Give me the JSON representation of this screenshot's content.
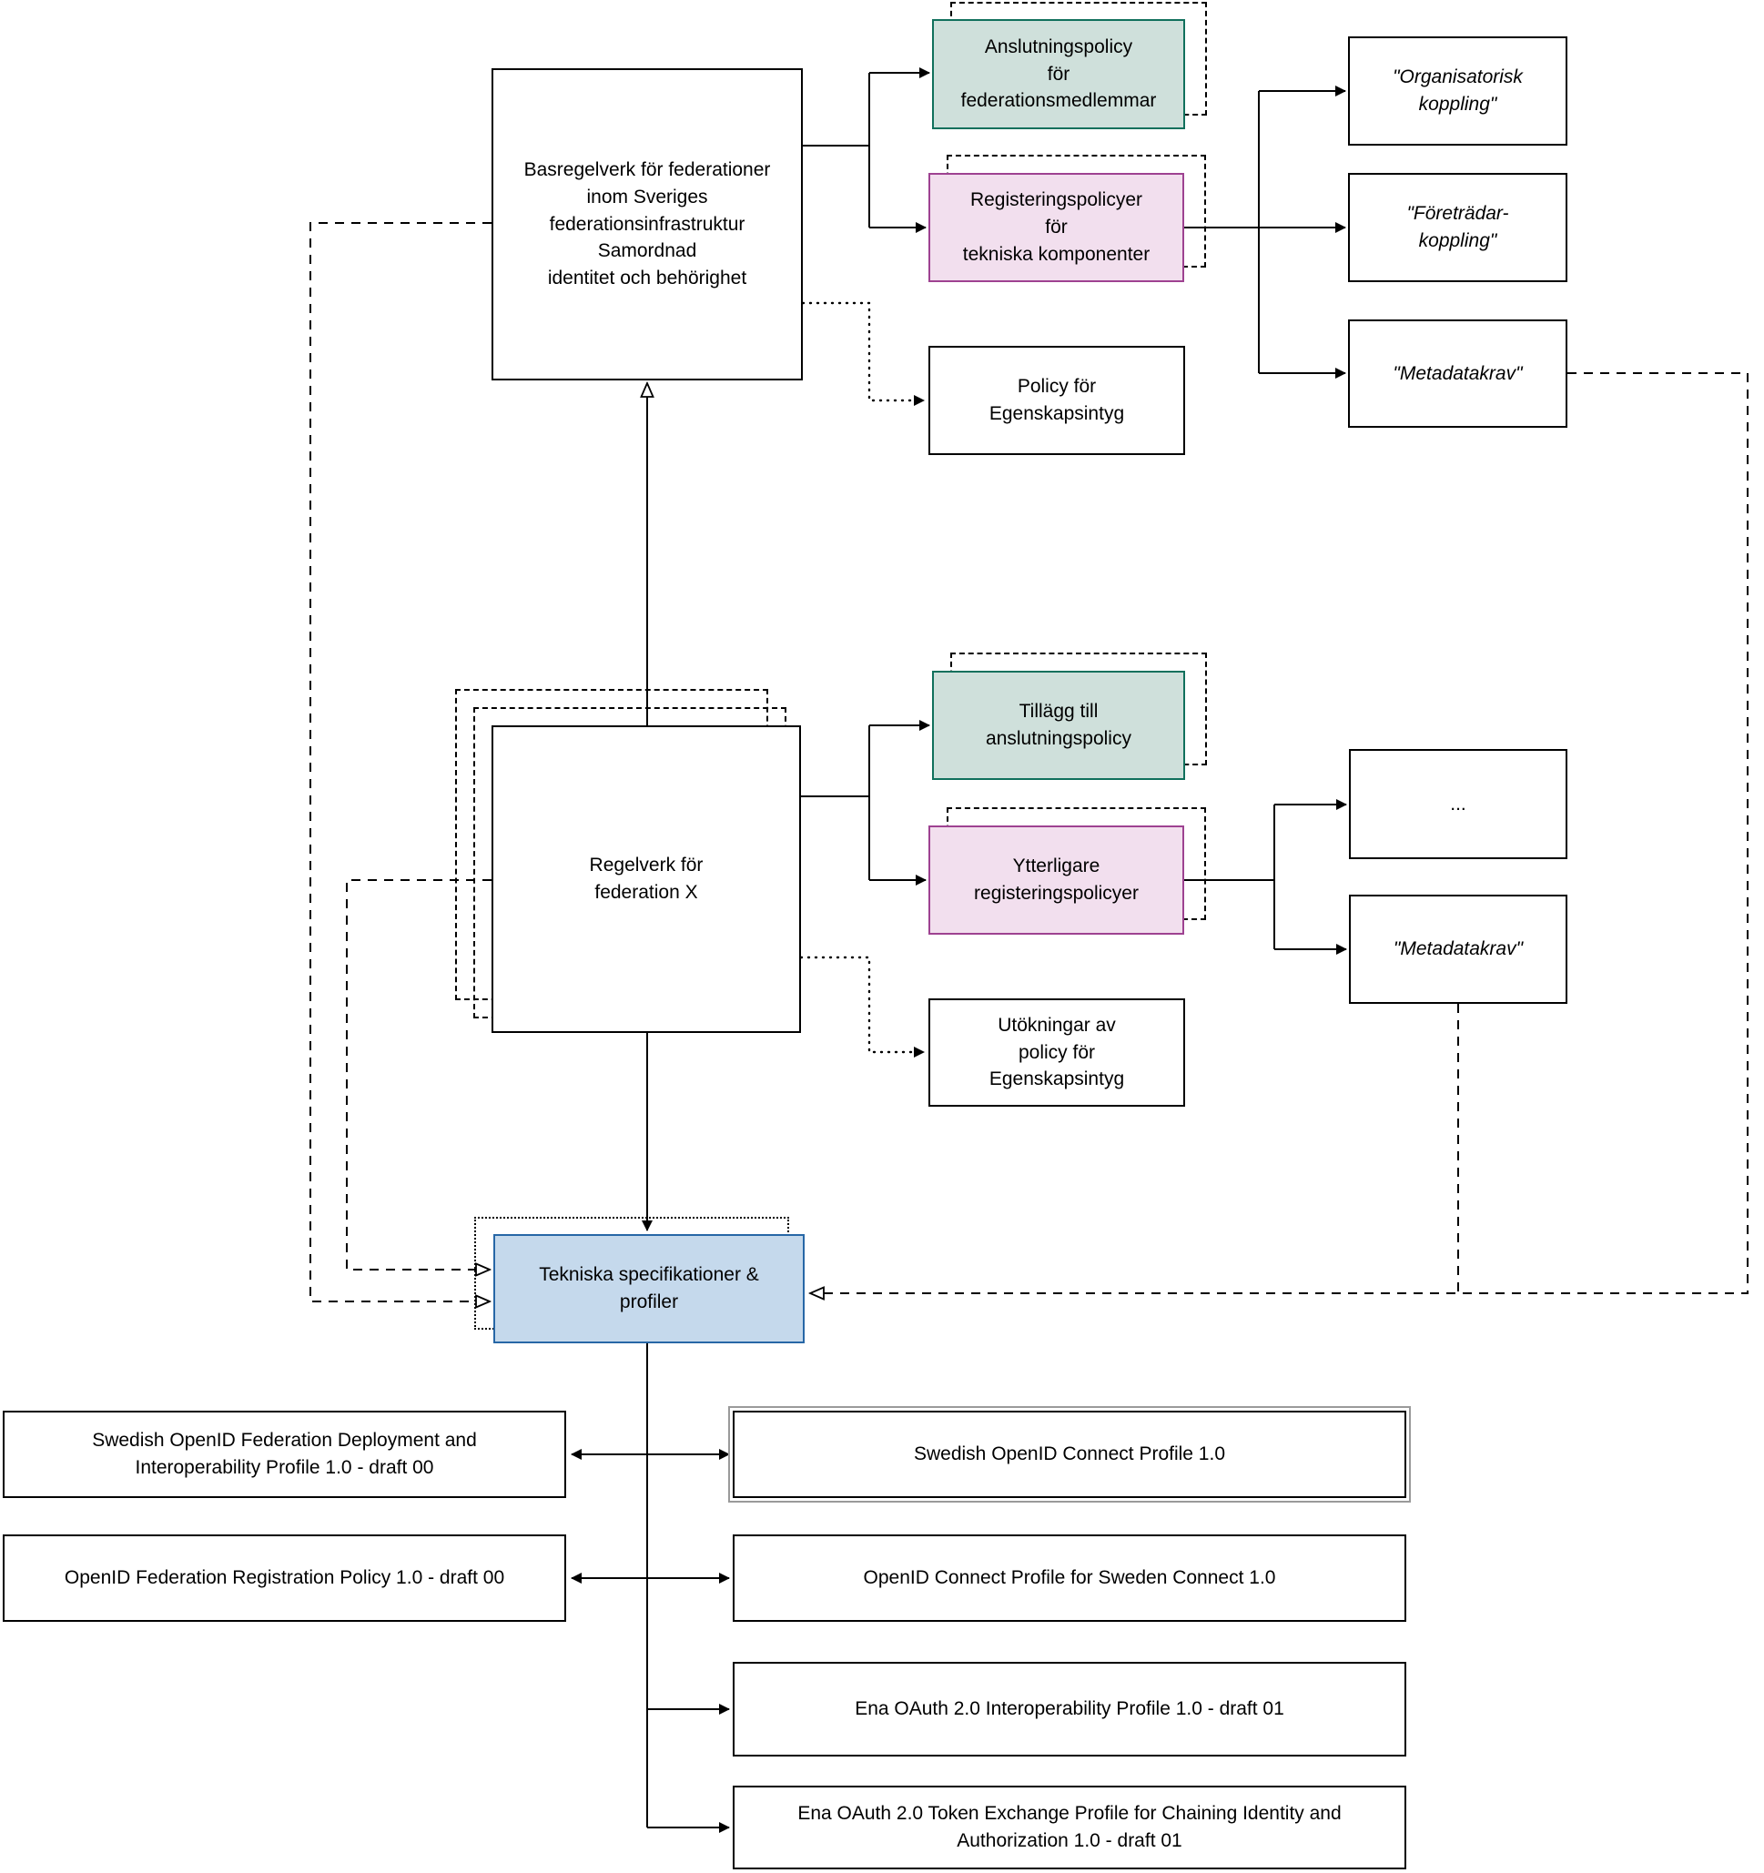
{
  "colors": {
    "teal_fill": "#cfe0db",
    "teal_border": "#10705c",
    "pink_fill": "#f2dfee",
    "pink_border": "#9e4291",
    "blue_fill": "#c5d9ec",
    "blue_border": "#2767a6",
    "line": "#000000"
  },
  "nodes": {
    "basregelverk": {
      "label": "Basregelverk för federationer\ninom Sveriges\nfederationsinfrastruktur\nSamordnad\nidentitet och behörighet"
    },
    "anslutningspolicy": {
      "label": "Anslutningspolicy\nför\nfederationsmedlemmar"
    },
    "registeringspolicyer": {
      "label": "Registeringspolicyer\nför\ntekniska komponenter"
    },
    "policy_egenskapsintyg": {
      "label": "Policy för\nEgenskapsintyg"
    },
    "organisatorisk_koppling": {
      "label": "\"Organisatorisk\nkoppling\""
    },
    "foretradar_koppling": {
      "label": "\"Företrädar-\nkoppling\""
    },
    "metadatakrav_top": {
      "label": "\"Metadatakrav\""
    },
    "regelverk_x": {
      "label": "Regelverk för\nfederation X"
    },
    "tillagg_anslutningspolicy": {
      "label": "Tillägg till\nanslutningspolicy"
    },
    "ytterligare_registeringspolicyer": {
      "label": "Ytterligare\nregisteringspolicyer"
    },
    "utokningar_egenskapsintyg": {
      "label": "Utökningar av\npolicy för\nEgenskapsintyg"
    },
    "ellipsis_box": {
      "label": "..."
    },
    "metadatakrav_mid": {
      "label": "\"Metadatakrav\""
    },
    "tekniska_specifikationer": {
      "label": "Tekniska specifikationer &\nprofiler"
    },
    "swedish_openid_federation_deployment": {
      "label": "Swedish OpenID Federation Deployment and\nInteroperability Profile 1.0 - draft 00"
    },
    "openid_federation_registration_policy": {
      "label": "OpenID Federation Registration Policy 1.0 - draft 00"
    },
    "swedish_openid_connect_profile": {
      "label": "Swedish OpenID Connect Profile 1.0"
    },
    "openid_connect_profile_sweden_connect": {
      "label": "OpenID Connect Profile for Sweden Connect 1.0"
    },
    "ena_oauth_interoperability": {
      "label": "Ena OAuth 2.0 Interoperability Profile 1.0 - draft 01"
    },
    "ena_oauth_token_exchange": {
      "label": "Ena OAuth 2.0 Token Exchange Profile for Chaining Identity and\nAuthorization 1.0 - draft 01"
    }
  }
}
